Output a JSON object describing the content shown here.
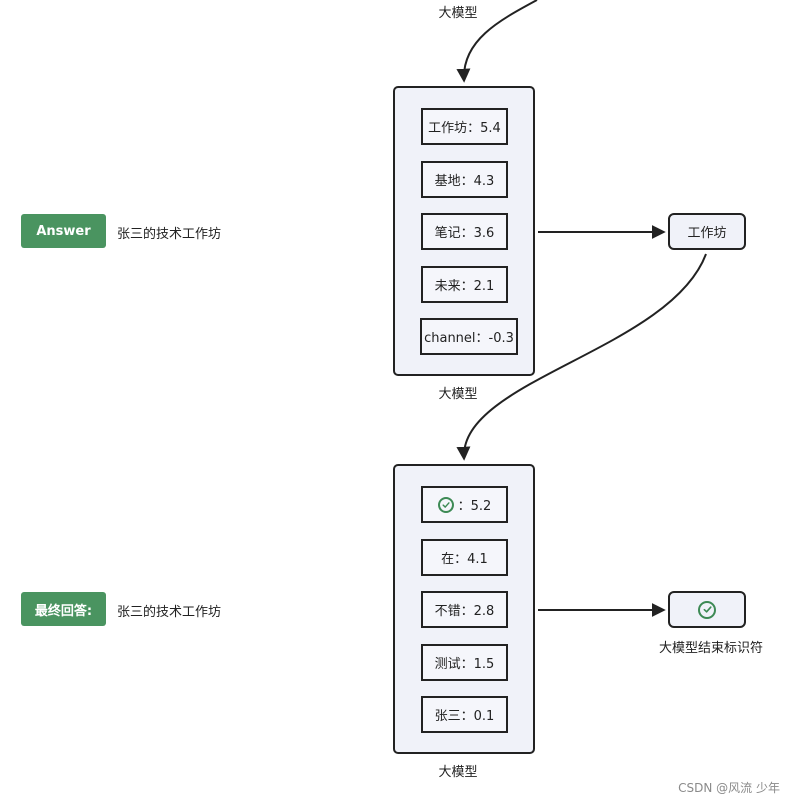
{
  "top_label": "大模型",
  "step1": {
    "tokens": [
      {
        "text": "工作坊：5.4"
      },
      {
        "text": "基地：4.3"
      },
      {
        "text": "笔记：3.6"
      },
      {
        "text": "未来：2.1"
      },
      {
        "text": "channel：-0.3"
      }
    ],
    "model_label": "大模型",
    "output_text": "工作坊",
    "badge_text": "Answer",
    "answer_text": "张三的技术工作坊"
  },
  "step2": {
    "tokens": [
      {
        "text": "：5.2",
        "icon": "check-circle-icon"
      },
      {
        "text": "在：4.1"
      },
      {
        "text": "不错：2.8"
      },
      {
        "text": "测试：1.5"
      },
      {
        "text": "张三：0.1"
      }
    ],
    "model_label": "大模型",
    "output_icon": "check-circle-icon",
    "output_label": "大模型结束标识符",
    "badge_text": "最终回答:",
    "answer_text": "张三的技术工作坊"
  },
  "colors": {
    "badge_green": "#4a9460",
    "check_green": "#3d8a55",
    "box_fill": "#f0f2f9",
    "stroke": "#222222"
  },
  "watermark": "CSDN @风流 少年"
}
